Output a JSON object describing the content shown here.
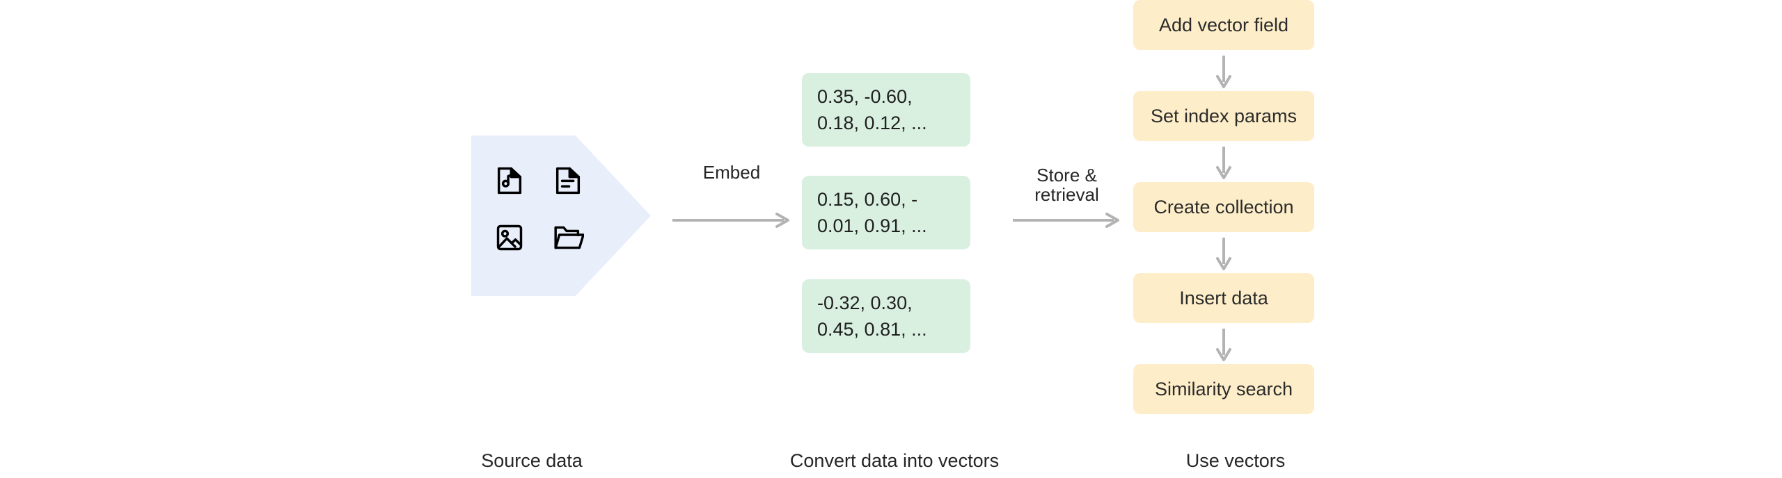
{
  "diagram": {
    "title": "Vector embedding and retrieval pipeline",
    "colors": {
      "background": "#ffffff",
      "source_shape": "#e9eefb",
      "vector_chip": "#d9f0e1",
      "step_box": "#fdeec9",
      "arrow": "#b3b3b3",
      "text": "#2b2b2b"
    }
  },
  "source": {
    "icons": [
      {
        "name": "audio-file-icon",
        "label": "Audio file"
      },
      {
        "name": "text-document-icon",
        "label": "Text document"
      },
      {
        "name": "image-file-icon",
        "label": "Image file"
      },
      {
        "name": "folder-icon",
        "label": "Folder"
      }
    ]
  },
  "arrows": {
    "embed": {
      "label": "Embed"
    },
    "store": {
      "label_line1": "Store &",
      "label_line2": "retrieval"
    }
  },
  "vectors": [
    {
      "line1": "0.35, -0.60,",
      "line2": "0.18, 0.12, ..."
    },
    {
      "line1": "0.15,  0.60, -",
      "line2": "0.01, 0.91, ..."
    },
    {
      "line1": "-0.32,  0.30,",
      "line2": "0.45, 0.81, ..."
    }
  ],
  "steps": [
    {
      "label": "Add vector field"
    },
    {
      "label": "Set index params"
    },
    {
      "label": "Create collection"
    },
    {
      "label": "Insert data"
    },
    {
      "label": "Similarity search"
    }
  ],
  "captions": [
    {
      "label": "Source data"
    },
    {
      "label": "Convert data into vectors"
    },
    {
      "label": "Use vectors"
    }
  ]
}
